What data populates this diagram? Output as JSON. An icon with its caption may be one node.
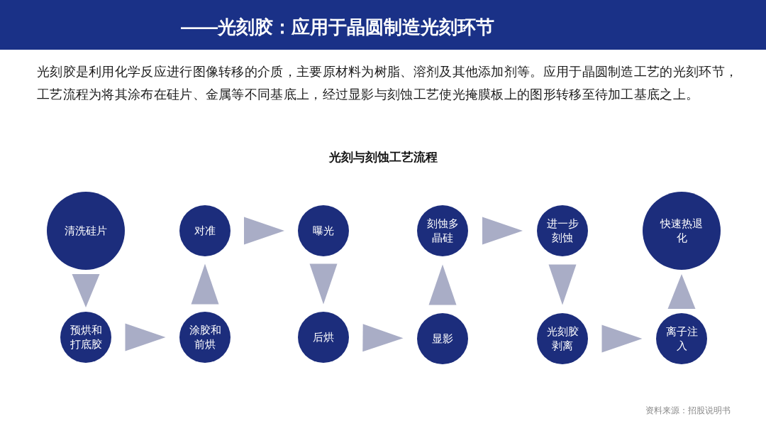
{
  "diagram": {
    "title": "——光刻胶：应用于晶圆制造光刻环节",
    "nodes": [
      {
        "text": [
          "清洗硅片"
        ]
      },
      {
        "text": [
          "预烘和打底胶"
        ]
      },
      {
        "text": [
          "涂胶和前烘"
        ]
      },
      {
        "text": [
          "对准"
        ]
      },
      {
        "text": [
          "曝光"
        ]
      },
      {
        "text": [
          "后烘"
        ]
      },
      {
        "text": [
          "显影"
        ]
      },
      {
        "text": [
          "刻蚀多晶硅"
        ]
      },
      {
        "text": [
          "进一步刻蚀"
        ]
      },
      {
        "text": [
          "光刻胶剥离"
        ]
      },
      {
        "text": [
          "离子注入"
        ]
      },
      {
        "text": [
          "快速热退化"
        ]
      }
    ],
    "edges": [
      {
        "from": 0,
        "to": 1,
        "arrow": "to"
      },
      {
        "from": 1,
        "to": 2,
        "arrow": "to"
      },
      {
        "from": 2,
        "to": 3,
        "arrow": "to"
      },
      {
        "from": 3,
        "to": 4,
        "arrow": "to"
      },
      {
        "from": 4,
        "to": 5,
        "arrow": "to"
      },
      {
        "from": 5,
        "to": 6,
        "arrow": "to"
      },
      {
        "from": 6,
        "to": 7,
        "arrow": "to"
      },
      {
        "from": 7,
        "to": 8,
        "arrow": "to"
      },
      {
        "from": 8,
        "to": 9,
        "arrow": "to"
      },
      {
        "from": 9,
        "to": 10,
        "arrow": "to"
      },
      {
        "from": 10,
        "to": 11,
        "arrow": "to"
      }
    ],
    "labels": [
      "光刻胶是利用化学反应进行图像转移的介质，主要原材料为树脂、溶剂及其他添加剂等。应用于晶圆制造工艺的光刻环节，工艺流程为将其涂布在硅片、金属等不同基底上，经过显影与刻蚀工艺使光掩膜板上的图形转移至待加工基底之上。",
      "光刻与刻蚀工艺流程",
      "资料来源：招股说明书"
    ]
  }
}
